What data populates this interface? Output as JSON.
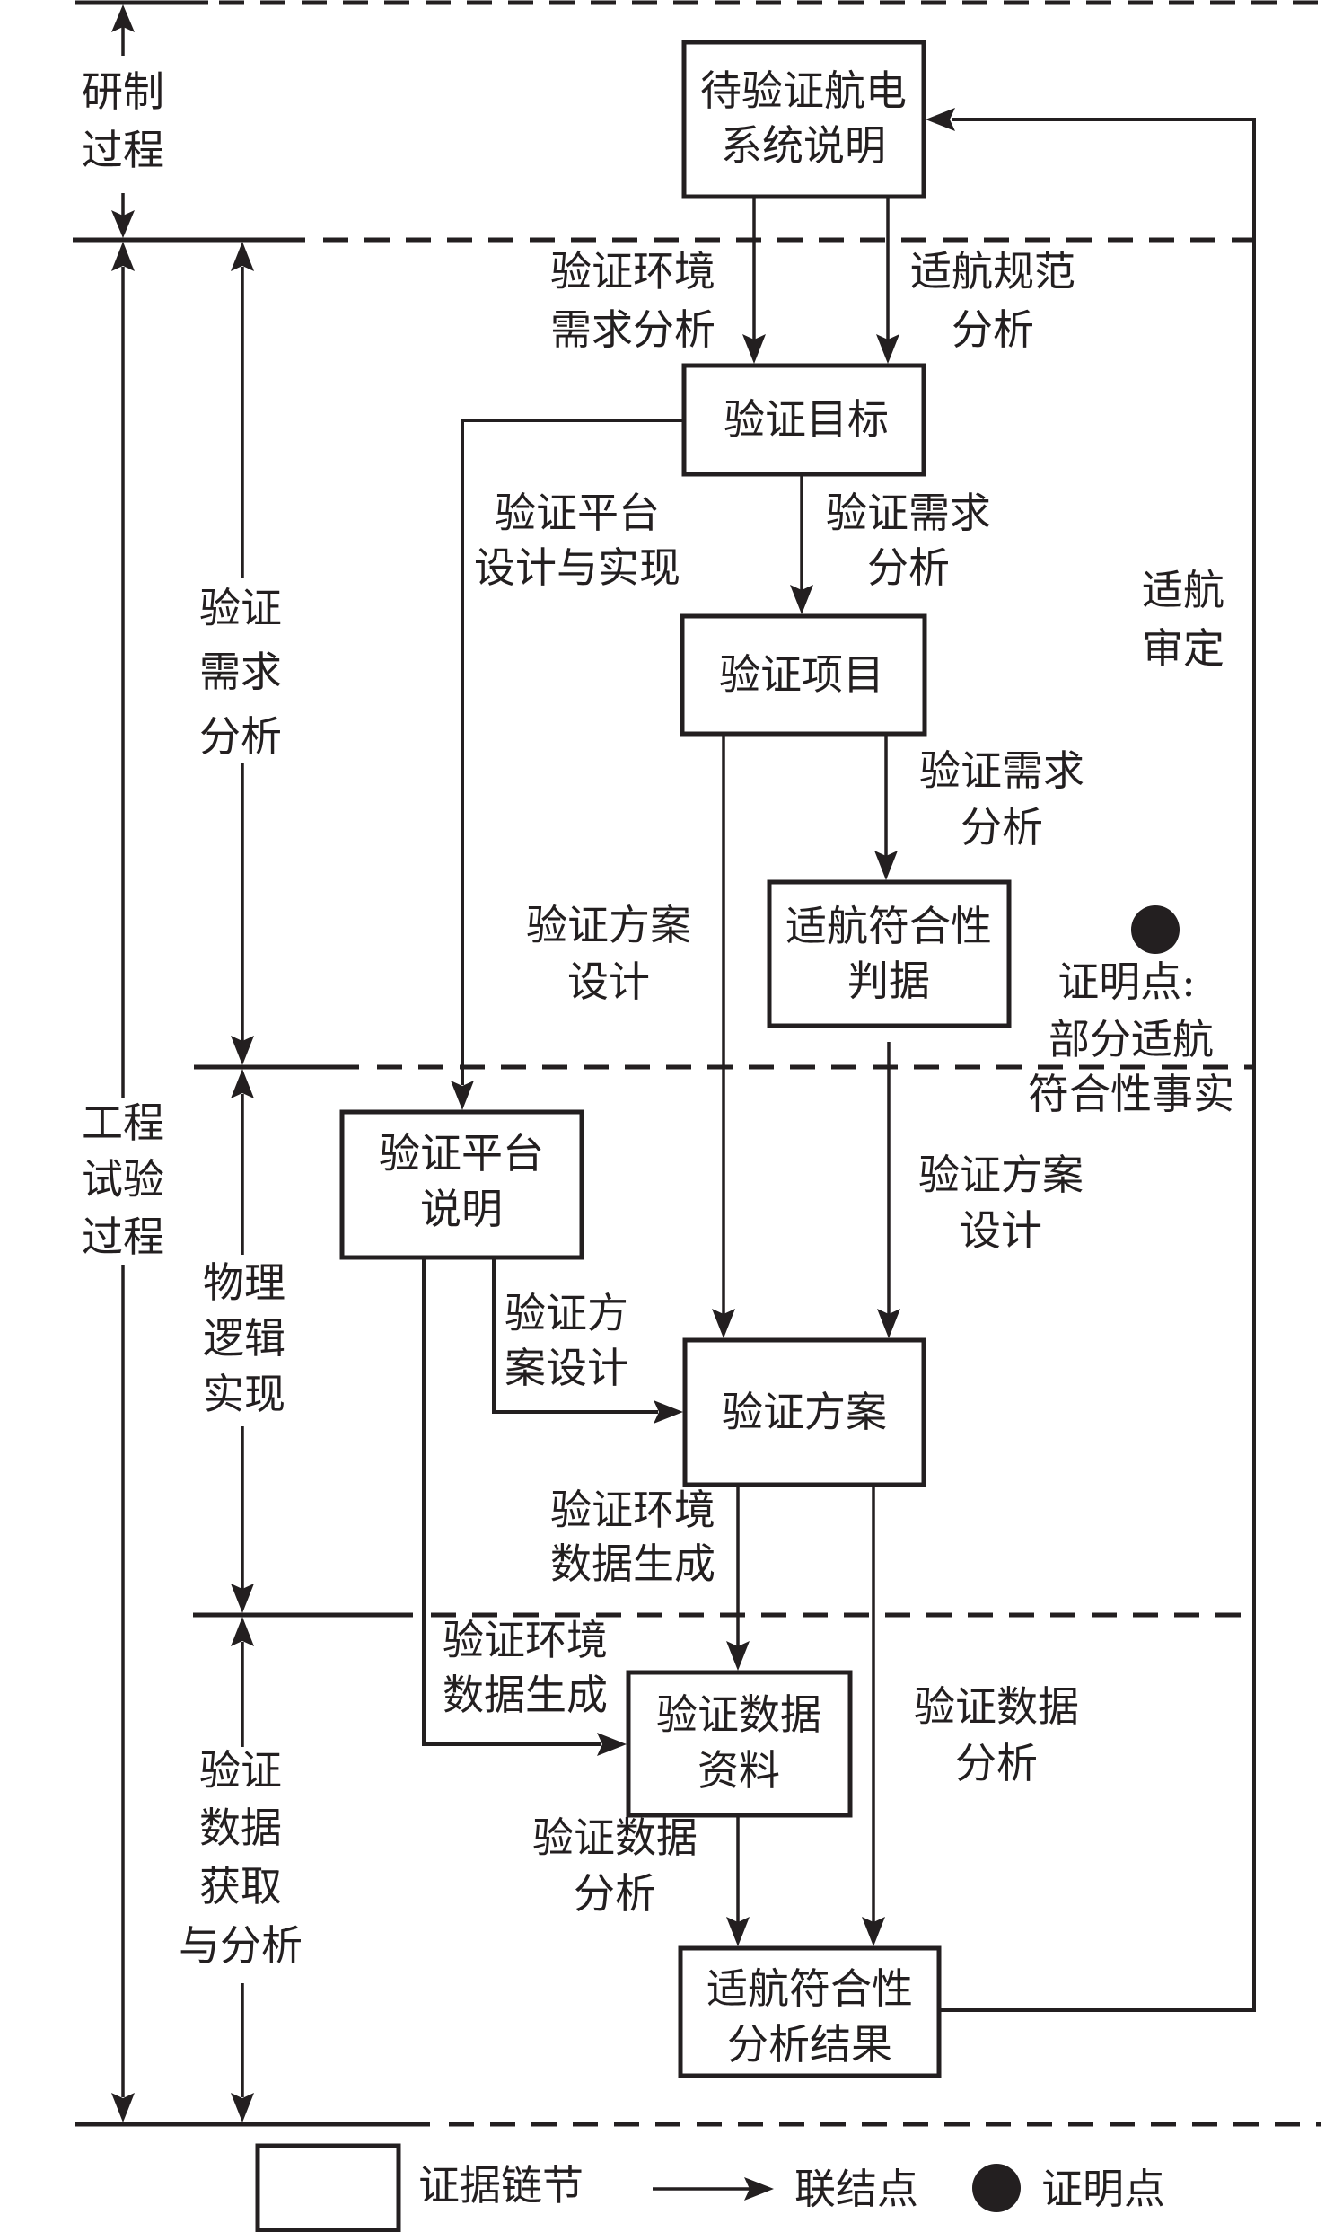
{
  "diagram": {
    "phases": {
      "development": [
        "研制",
        "过程"
      ],
      "engineering_test": [
        "工程",
        "试验",
        "过程"
      ],
      "requirements_analysis": [
        "验证",
        "需求",
        "分析"
      ],
      "physical_logic": [
        "物理",
        "逻辑",
        "实现"
      ],
      "data_acquisition": [
        "验证",
        "数据",
        "获取",
        "与分析"
      ]
    },
    "nodes": {
      "system_spec": [
        "待验证航电",
        "系统说明"
      ],
      "verification_goal": [
        "验证目标"
      ],
      "verification_item": [
        "验证项目"
      ],
      "airworthiness_criterion": [
        "适航符合性",
        "判据"
      ],
      "platform_spec": [
        "验证平台",
        "说明"
      ],
      "verification_scheme": [
        "验证方案"
      ],
      "verification_data": [
        "验证数据",
        "资料"
      ],
      "analysis_result": [
        "适航符合性",
        "分析结果"
      ]
    },
    "edge_labels": {
      "env_req_analysis": [
        "验证环境",
        "需求分析"
      ],
      "airworthiness_reg_analysis": [
        "适航规范",
        "分析"
      ],
      "platform_design": [
        "验证平台",
        "设计与实现"
      ],
      "req_analysis_1": [
        "验证需求",
        "分析"
      ],
      "req_analysis_2": [
        "验证需求",
        "分析"
      ],
      "scheme_design_left": [
        "验证方案",
        "设计"
      ],
      "scheme_design_right": [
        "验证方案",
        "设计"
      ],
      "scheme_design_platform": [
        "验证方",
        "案设计"
      ],
      "env_data_gen_1": [
        "验证环境",
        "数据生成"
      ],
      "env_data_gen_2": [
        "验证环境",
        "数据生成"
      ],
      "data_analysis_1": [
        "验证数据",
        "分析"
      ],
      "data_analysis_2": [
        "验证数据",
        "分析"
      ],
      "airworthiness_review": [
        "适航",
        "审定"
      ]
    },
    "proof_point": {
      "label": [
        "证明点:",
        "部分适航",
        "符合性事实"
      ]
    },
    "legend": {
      "evidence_link": "证据链节",
      "connection_point": "联结点",
      "proof_point": "证明点"
    }
  }
}
